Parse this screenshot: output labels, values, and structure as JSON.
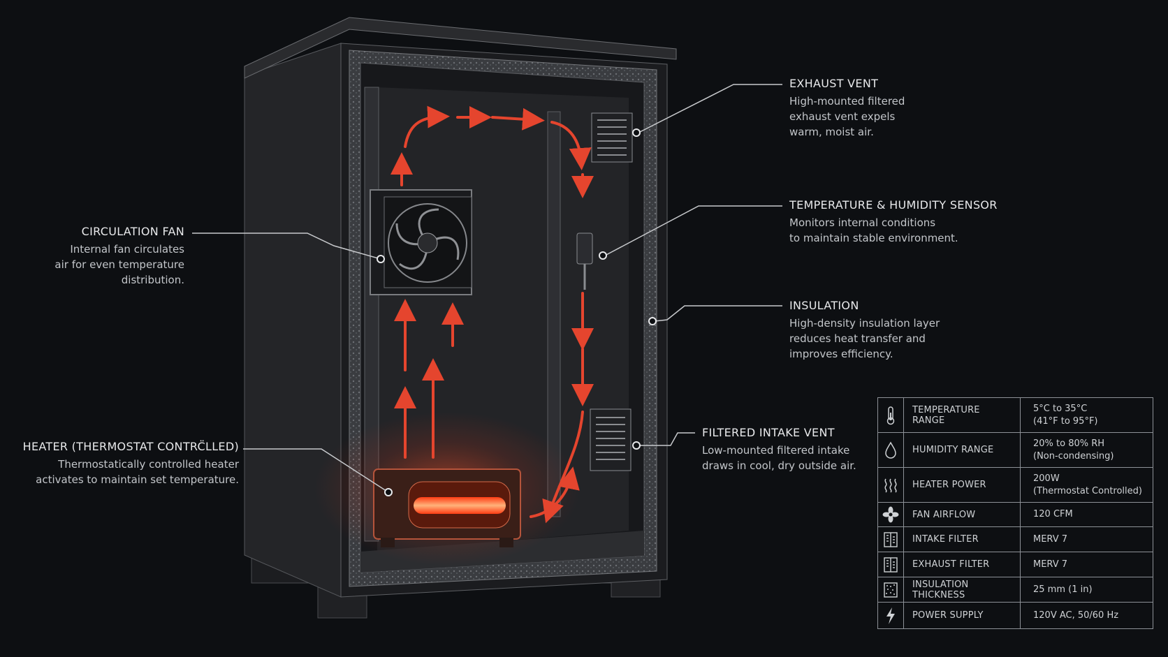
{
  "callouts": {
    "exhaust_vent": {
      "title": "EXHAUST VENT",
      "desc": "High-mounted filtered\nexhaust vent expels\nwarm, moist air."
    },
    "sensor": {
      "title": "TEMPERATURE & HUMIDITY SENSOR",
      "desc": "Monitors internal conditions\nto maintain stable environment."
    },
    "insulation": {
      "title": "INSULATION",
      "desc": "High-density insulation layer\nreduces heat transfer and\nimproves efficiency."
    },
    "intake_vent": {
      "title": "FILTERED INTAKE VENT",
      "desc": "Low-mounted filtered intake\ndraws in cool, dry outside air."
    },
    "fan": {
      "title": "CIRCULATION FAN",
      "desc": "Internal fan circulates\nair for even temperature\ndistribution."
    },
    "heater": {
      "title": "HEATER (THERMOSTAT CONTRC̈LLED)",
      "desc": "Thermostatically controlled heater\nactivates to maintain set temperature."
    }
  },
  "specs": [
    {
      "icon": "thermometer-icon",
      "label": "TEMPERATURE RANGE",
      "value": "5°C to 35°C",
      "value2": "(41°F to 95°F)"
    },
    {
      "icon": "droplet-icon",
      "label": "HUMIDITY RANGE",
      "value": "20% to 80% RH",
      "value2": "(Non-condensing)"
    },
    {
      "icon": "heat-waves-icon",
      "label": "HEATER POWER",
      "value": "200W",
      "value2": "(Thermostat Controlled)"
    },
    {
      "icon": "fan-icon",
      "label": "FAN AIRFLOW",
      "value": "120 CFM",
      "value2": ""
    },
    {
      "icon": "filter-icon",
      "label": "INTAKE FILTER",
      "value": "MERV 7",
      "value2": ""
    },
    {
      "icon": "filter-icon",
      "label": "EXHAUST FILTER",
      "value": "MERV 7",
      "value2": ""
    },
    {
      "icon": "insulation-icon",
      "label": "INSULATION THICKNESS",
      "value": "25 mm (1 in)",
      "value2": ""
    },
    {
      "icon": "lightning-bolt-icon",
      "label": "POWER SUPPLY",
      "value": "120V AC, 50/60 Hz",
      "value2": ""
    }
  ],
  "colors": {
    "background": "#0d0f12",
    "airflow": "#e5452e",
    "heater_glow": "#ff5a2a",
    "line": "#c8cacd"
  }
}
